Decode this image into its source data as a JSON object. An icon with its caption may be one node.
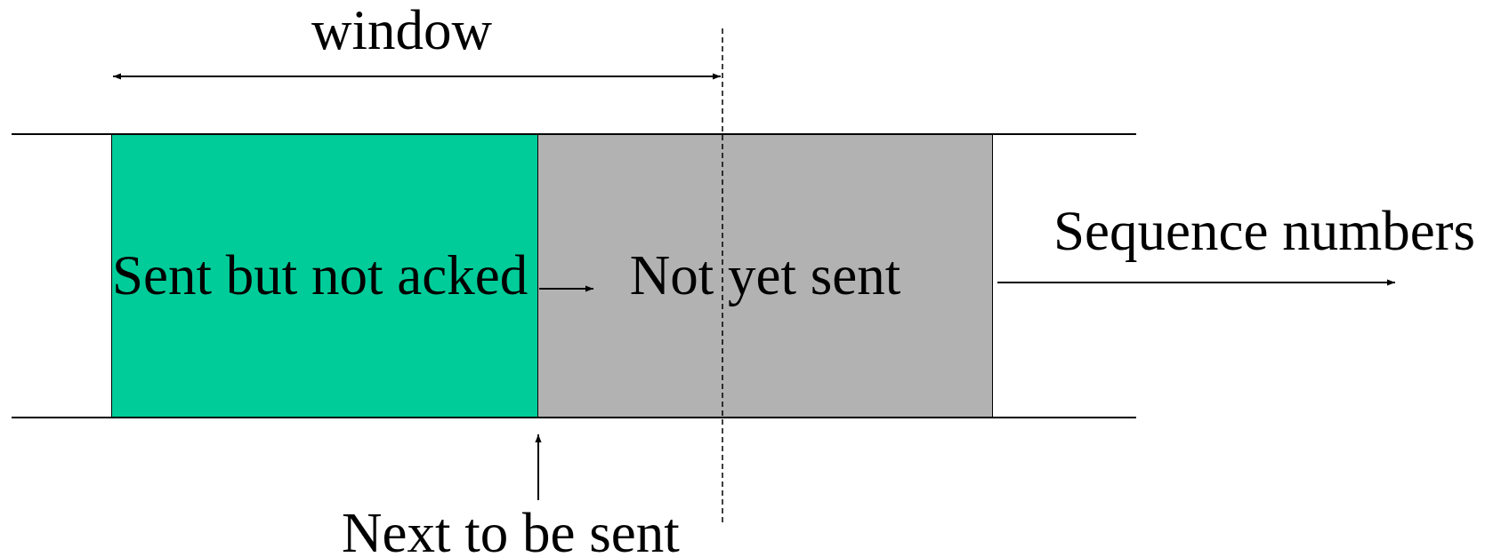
{
  "diagram": {
    "nodes": [
      {
        "text": [
          "Sent but not acked"
        ]
      },
      {
        "text": [
          "Not yet sent"
        ]
      },
      {
        "text": [
          "Next to be sent"
        ]
      }
    ],
    "edges": [
      {
        "from": 2,
        "to": 0,
        "arrow": "to"
      },
      {
        "from": 0,
        "to": 1,
        "arrow": "to"
      }
    ],
    "labels": [
      "window",
      "Sequence numbers"
    ]
  }
}
